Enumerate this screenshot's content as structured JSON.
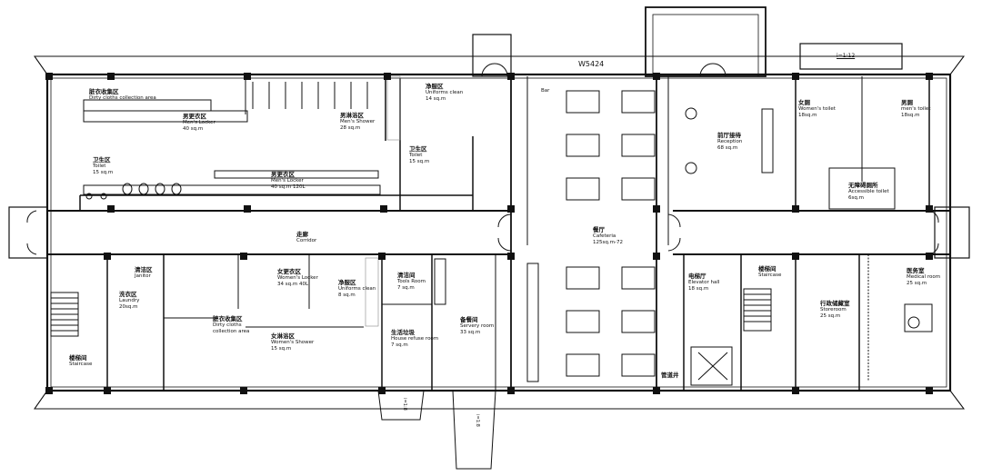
{
  "plan": {
    "header_mark": "W5424",
    "ramp_note": "i=1:12",
    "ramp_note_south_1": "i=1:8",
    "ramp_note_south_2": "i=1:8"
  },
  "rooms": {
    "dirty_cloths_n": {
      "zh": "脏衣收集区",
      "en": "Dirty cloths collection area",
      "area": ""
    },
    "mens_locker_n": {
      "zh": "男更衣区",
      "en": "Men's Locker",
      "area": "40 sq.m"
    },
    "mens_shower": {
      "zh": "男淋浴区",
      "en": "Men's Shower",
      "area": "28 sq.m"
    },
    "uniforms_clean_n": {
      "zh": "净服区",
      "en": "Uniforms clean",
      "area": "14 sq.m"
    },
    "toilet_nw": {
      "zh": "卫生区",
      "en": "Toilet",
      "area": "15 sq.m"
    },
    "mens_locker_s": {
      "zh": "男更衣区",
      "en": "Men's Locker",
      "area": "40 sq.m 120L"
    },
    "toilet_n": {
      "zh": "卫生区",
      "en": "Toilet",
      "area": "15 sq.m"
    },
    "corridor": {
      "zh": "走廊",
      "en": "Corridor",
      "area": ""
    },
    "cafeteria": {
      "zh": "餐厅",
      "en": "Cafeteria",
      "area": "125sq.m-72"
    },
    "bar": {
      "zh": "",
      "en": "Bar",
      "area": ""
    },
    "reception": {
      "zh": "前厅接待",
      "en": "Reception",
      "area": "68 sq.m"
    },
    "womens_toilet": {
      "zh": "女厕",
      "en": "Women's toilet",
      "area": "18sq.m"
    },
    "mens_toilet": {
      "zh": "男厕",
      "en": "men's toilet",
      "area": "18sq.m"
    },
    "accessible_toilet": {
      "zh": "无障碍厕所",
      "en": "Accessible toilet",
      "area": "6sq.m"
    },
    "janitor": {
      "zh": "清洁区",
      "en": "Janitor",
      "area": ""
    },
    "laundry": {
      "zh": "洗衣区",
      "en": "Laundry",
      "area": "20sq.m"
    },
    "staircase_w": {
      "zh": "楼梯间",
      "en": "Staircase",
      "area": ""
    },
    "womens_locker": {
      "zh": "女更衣区",
      "en": "Women's Locker",
      "area": "34 sq.m 40L"
    },
    "uniforms_clean_s": {
      "zh": "净服区",
      "en": "Uniforms clean",
      "area": "8 sq.m"
    },
    "dirty_cloths_s": {
      "zh": "脏衣收集区",
      "en": "Dirty cloths collection area",
      "area": ""
    },
    "womens_shower": {
      "zh": "女淋浴区",
      "en": "Women's Shower",
      "area": "15 sq.m"
    },
    "tools_room": {
      "zh": "清洁间",
      "en": "Tools Room",
      "area": "7 sq.m"
    },
    "refuse_room": {
      "zh": "生活垃圾",
      "en": "House refuse room",
      "area": "7 sq.m"
    },
    "servery": {
      "zh": "备餐间",
      "en": "Servery room",
      "area": "33 sq.m"
    },
    "elevator_hall": {
      "zh": "电梯厅",
      "en": "Elevator hall",
      "area": "18 sq.m"
    },
    "staircase_e": {
      "zh": "楼梯间",
      "en": "Staircase",
      "area": ""
    },
    "storeroom": {
      "zh": "行政储藏室",
      "en": "Storeroom",
      "area": "25 sq.m"
    },
    "medical": {
      "zh": "医务室",
      "en": "Medical room",
      "area": "25 sq.m"
    },
    "pipe_shaft": {
      "zh": "管道井",
      "en": "",
      "area": ""
    }
  }
}
